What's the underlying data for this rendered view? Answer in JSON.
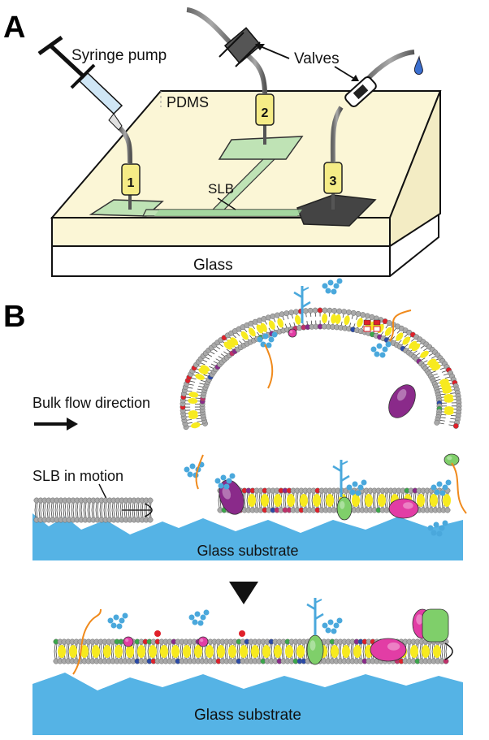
{
  "panels": {
    "a": {
      "letter": "A",
      "labels": {
        "syringe_pump": "Syringe pump",
        "valves": "Valves",
        "pdms": "PDMS",
        "slb": "SLB",
        "glass": "Glass",
        "port1": "1",
        "port2": "2",
        "port3": "3"
      }
    },
    "b": {
      "letter": "B",
      "labels": {
        "bulk_flow": "Bulk flow direction",
        "slb_motion": "SLB in motion",
        "substrate_top": "Glass substrate",
        "substrate_bottom": "Glass substrate"
      }
    }
  },
  "colors": {
    "pdms": "#fbf6d6",
    "channel": "#bfe3b5",
    "port": "#f5ec86",
    "glass_sub": "#55b3e5",
    "lipid_head": "#a9a9a9",
    "yellow_lipid": "#f7ea1f",
    "protein_purple": "#8a2a8a",
    "protein_pink": "#e23da5",
    "protein_green": "#7fcf6a",
    "glycan": "#4aa8dc",
    "orange_chain": "#f08a1c",
    "red_dot": "#e0202a"
  }
}
